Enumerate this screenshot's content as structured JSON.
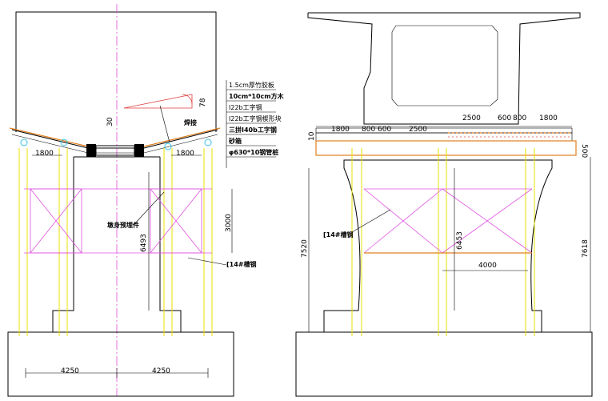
{
  "left_view": {
    "legend": [
      "1.5cm厚竹胶板",
      "10cm*10cm方木",
      "I22b工字钢",
      "I22b工字钢楔形块",
      "三拼I40b工字钢",
      "砂箱",
      "φ630*10钢管桩"
    ],
    "dims": {
      "top_left_1800": "1800",
      "top_right_1800": "1800",
      "angle_30": "30",
      "angle_78": "78",
      "height_3000": "3000",
      "height_6493": "6493",
      "bottom_left_4250": "4250",
      "bottom_right_4250": "4250"
    },
    "labels": {
      "weld": "焊接",
      "embedded": "墩身预埋件",
      "channel": "[14#槽钢"
    }
  },
  "right_view": {
    "dims": {
      "d1800_left": "1800",
      "d800_left": "800",
      "d600_left": "600",
      "d2500_left": "2500",
      "d2500_right": "2500",
      "d600_right": "600",
      "d800_right": "800",
      "d1800_right": "1800",
      "d10": "10",
      "d500": "500",
      "d4000": "4000",
      "h7520": "7520",
      "h6453": "6453",
      "h7618": "7618"
    },
    "labels": {
      "channel": "[14#槽钢"
    }
  },
  "colors": {
    "pier_outline": "#000000",
    "steel_pipe": "#e8e000",
    "bracing": "#e050e0",
    "sand_box": "#30c8e0",
    "formwork": "#e08020"
  }
}
